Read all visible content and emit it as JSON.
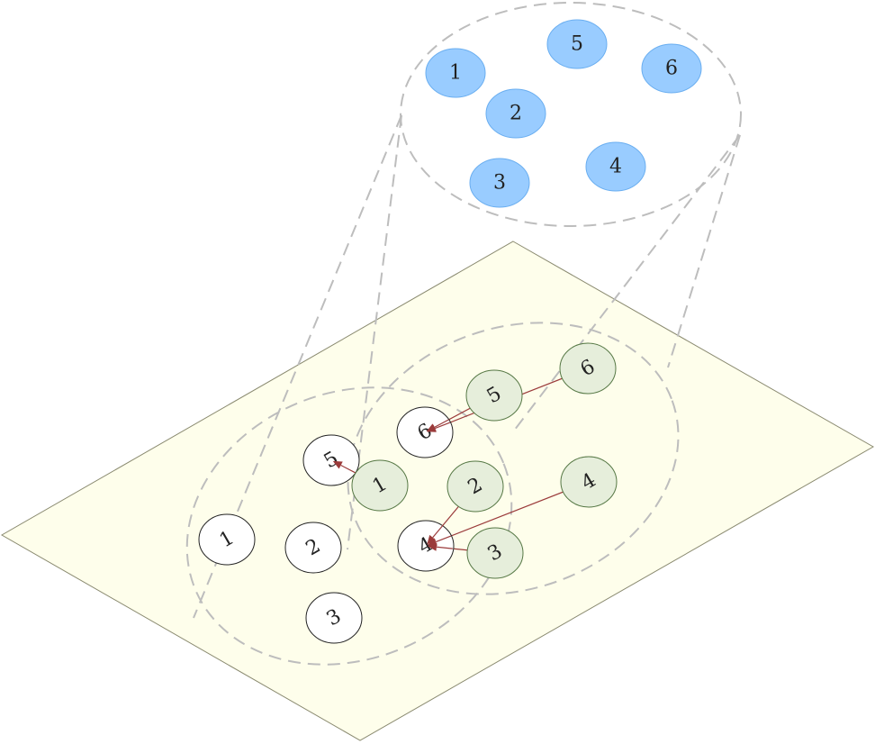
{
  "colors": {
    "plane_fill": "#fefeeb",
    "top_node_fill": "#99ccff",
    "top_node_stroke": "#6aaef0",
    "white_node_fill": "#ffffff",
    "white_node_stroke": "#222222",
    "green_node_fill": "#e6eedb",
    "green_node_stroke": "#557744",
    "edge": "#9b3b3b"
  },
  "top_nodes": [
    {
      "id": "t1",
      "label": "1"
    },
    {
      "id": "t5",
      "label": "5"
    },
    {
      "id": "t6",
      "label": "6"
    },
    {
      "id": "t2",
      "label": "2"
    },
    {
      "id": "t3",
      "label": "3"
    },
    {
      "id": "t4",
      "label": "4"
    }
  ],
  "plane_white_nodes": [
    {
      "id": "w5",
      "label": "5"
    },
    {
      "id": "w6",
      "label": "6"
    },
    {
      "id": "w1",
      "label": "1"
    },
    {
      "id": "w2",
      "label": "2"
    },
    {
      "id": "w3",
      "label": "3"
    },
    {
      "id": "w4",
      "label": "4"
    }
  ],
  "plane_green_nodes": [
    {
      "id": "g5",
      "label": "5"
    },
    {
      "id": "g6",
      "label": "6"
    },
    {
      "id": "g1",
      "label": "1"
    },
    {
      "id": "g2",
      "label": "2"
    },
    {
      "id": "g4",
      "label": "4"
    },
    {
      "id": "g3",
      "label": "3"
    }
  ],
  "edges": [
    {
      "from": "g6",
      "to": "w6"
    },
    {
      "from": "g5",
      "to": "w6"
    },
    {
      "from": "g1",
      "to": "w5"
    },
    {
      "from": "g2",
      "to": "w4"
    },
    {
      "from": "g4",
      "to": "w4"
    },
    {
      "from": "g3",
      "to": "w4"
    }
  ]
}
